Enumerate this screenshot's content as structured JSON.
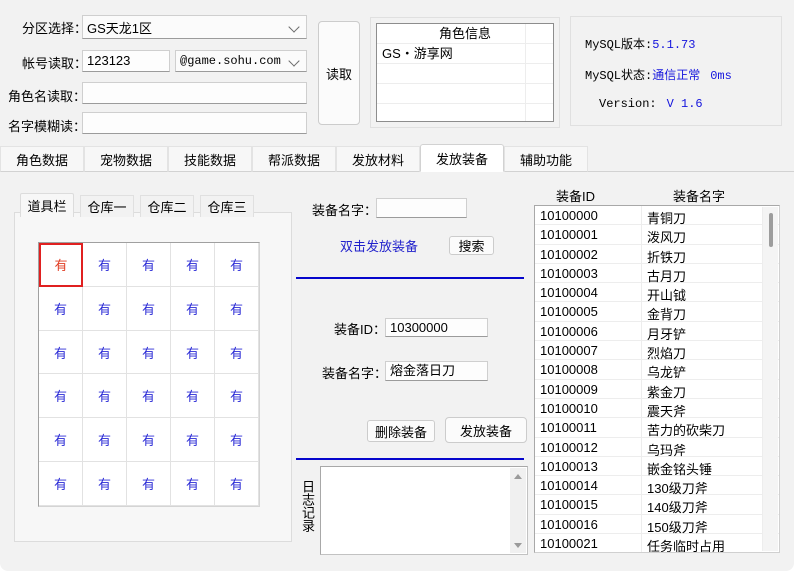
{
  "topform": {
    "zone_label": "分区选择：",
    "zone_value": "GS天龙1区",
    "account_label": "帐号读取：",
    "account_value": "123123",
    "domain_value": "@game.sohu.com",
    "rolename_label": "角色名读取：",
    "rolename_value": "",
    "fuzzyname_label": "名字模糊读：",
    "fuzzyname_value": "",
    "read_button": "读取"
  },
  "roleinfo": {
    "title": "角色信息",
    "rows": [
      "GS・游享网",
      "",
      "",
      ""
    ]
  },
  "mysql": {
    "version_label": "MySQL版本:",
    "version_value": "5.1.73",
    "status_label": "MySQL状态:",
    "status_value": "通信正常",
    "ping_value": "0ms",
    "app_version_label": "Version:",
    "app_version_value": "V 1.6"
  },
  "tabs": {
    "items": [
      {
        "label": "角色数据",
        "active": false
      },
      {
        "label": "宠物数据",
        "active": false
      },
      {
        "label": "技能数据",
        "active": false
      },
      {
        "label": "帮派数据",
        "active": false
      },
      {
        "label": "发放材料",
        "active": false
      },
      {
        "label": "发放装备",
        "active": true
      },
      {
        "label": "辅助功能",
        "active": false
      }
    ]
  },
  "inner_tabs": {
    "items": [
      {
        "label": "道具栏",
        "active": true
      },
      {
        "label": "仓库一",
        "active": false
      },
      {
        "label": "仓库二",
        "active": false
      },
      {
        "label": "仓库三",
        "active": false
      }
    ]
  },
  "itemgrid": {
    "cell_text": "有",
    "rows": 6,
    "cols": 5,
    "selected_index": 0,
    "selected_color": "#e03c22",
    "cell_color": "#2b2bd6"
  },
  "center": {
    "search_name_label": "装备名字：",
    "search_name_value": "",
    "hint_text": "双击发放装备",
    "search_button": "搜索",
    "equip_id_label": "装备ID：",
    "equip_id_value": "10300000",
    "equip_name_label": "装备名字：",
    "equip_name_value": "熔金落日刀",
    "delete_button": "删除装备",
    "grant_button": "发放装备",
    "divider_color": "#0606cc"
  },
  "log": {
    "vertical_label": "日志记录",
    "content": ""
  },
  "equipment_list": {
    "header_id": "装备ID",
    "header_name": "装备名字",
    "rows": [
      {
        "id": "10100000",
        "name": "青铜刀"
      },
      {
        "id": "10100001",
        "name": "泼风刀"
      },
      {
        "id": "10100002",
        "name": "折铁刀"
      },
      {
        "id": "10100003",
        "name": "古月刀"
      },
      {
        "id": "10100004",
        "name": "开山钺"
      },
      {
        "id": "10100005",
        "name": "金背刀"
      },
      {
        "id": "10100006",
        "name": "月牙铲"
      },
      {
        "id": "10100007",
        "name": "烈焰刀"
      },
      {
        "id": "10100008",
        "name": "乌龙铲"
      },
      {
        "id": "10100009",
        "name": "紫金刀"
      },
      {
        "id": "10100010",
        "name": "震天斧"
      },
      {
        "id": "10100011",
        "name": "苦力的砍柴刀"
      },
      {
        "id": "10100012",
        "name": "乌玛斧"
      },
      {
        "id": "10100013",
        "name": "嵌金铭头锤"
      },
      {
        "id": "10100014",
        "name": "130级刀斧"
      },
      {
        "id": "10100015",
        "name": "140级刀斧"
      },
      {
        "id": "10100016",
        "name": "150级刀斧"
      },
      {
        "id": "10100021",
        "name": "任务临时占用"
      }
    ]
  }
}
